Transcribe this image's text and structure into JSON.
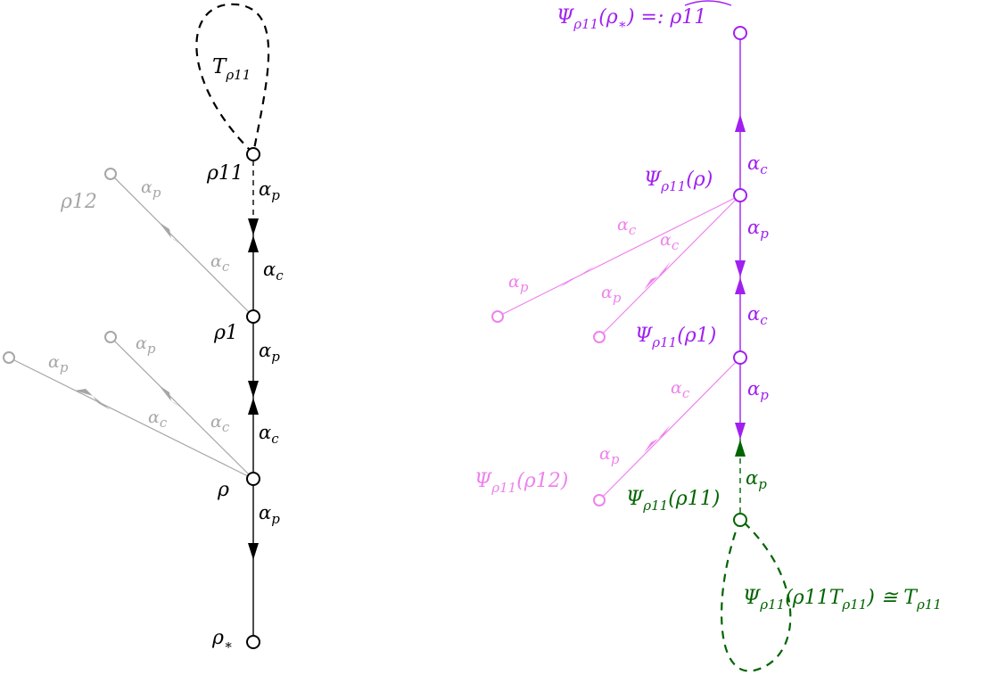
{
  "colors": {
    "black": "#000000",
    "gray": "#a6a6a6",
    "purple": "#a020f0",
    "pink": "#ee82ee",
    "green": "#006400"
  },
  "left_tree": {
    "loop_label": {
      "base": "T",
      "sub": "ρ11"
    },
    "nodes": {
      "rho11": "ρ11",
      "rho12": "ρ12",
      "rho1": "ρ1",
      "rho": "ρ",
      "rho_star": {
        "base": "ρ",
        "sub": "∗"
      }
    },
    "edge_labels": {
      "e_rho11_rho1": {
        "base": "α",
        "sub": "p"
      },
      "e_rho1_top": {
        "base": "α",
        "sub": "c"
      },
      "e_rho1_rho": {
        "base": "α",
        "sub": "p"
      },
      "e_rho_top": {
        "base": "α",
        "sub": "c"
      },
      "e_rho_star": {
        "base": "α",
        "sub": "p"
      },
      "g1_p": {
        "base": "α",
        "sub": "p"
      },
      "g1_c": {
        "base": "α",
        "sub": "c"
      },
      "g2_p": {
        "base": "α",
        "sub": "p"
      },
      "g2_c": {
        "base": "α",
        "sub": "c"
      },
      "g3_p": {
        "base": "α",
        "sub": "p"
      },
      "g3_c": {
        "base": "α",
        "sub": "c"
      }
    }
  },
  "right_tree": {
    "top_label": {
      "a": "Ψ",
      "a_sub": "ρ11",
      "b": "(ρ",
      "b_sub": "∗",
      "c": ") =: ",
      "hat": "ρ11"
    },
    "psi_rho": {
      "a": "Ψ",
      "a_sub": "ρ11",
      "b": "(ρ)"
    },
    "psi_rho1": {
      "a": "Ψ",
      "a_sub": "ρ11",
      "b": "(ρ1)"
    },
    "psi_rho12": {
      "a": "Ψ",
      "a_sub": "ρ11",
      "b": "(ρ12)"
    },
    "psi_rho11": {
      "a": "Ψ",
      "a_sub": "ρ11",
      "b": "(ρ11)"
    },
    "psi_loop": {
      "a": "Ψ",
      "a_sub": "ρ11",
      "b": "(ρ11T",
      "b_sub": "ρ11",
      "c": ") ≅ T",
      "c_sub": "ρ11"
    },
    "edge_labels": {
      "top_c": {
        "base": "α",
        "sub": "c"
      },
      "mid_p": {
        "base": "α",
        "sub": "p"
      },
      "mid_c": {
        "base": "α",
        "sub": "c"
      },
      "low_p": {
        "base": "α",
        "sub": "p"
      },
      "green_p": {
        "base": "α",
        "sub": "p"
      },
      "pk1_c": {
        "base": "α",
        "sub": "c"
      },
      "pk1_p": {
        "base": "α",
        "sub": "p"
      },
      "pk2_c": {
        "base": "α",
        "sub": "c"
      },
      "pk2_p": {
        "base": "α",
        "sub": "p"
      },
      "pk3_c": {
        "base": "α",
        "sub": "c"
      },
      "pk3_p": {
        "base": "α",
        "sub": "p"
      }
    }
  }
}
